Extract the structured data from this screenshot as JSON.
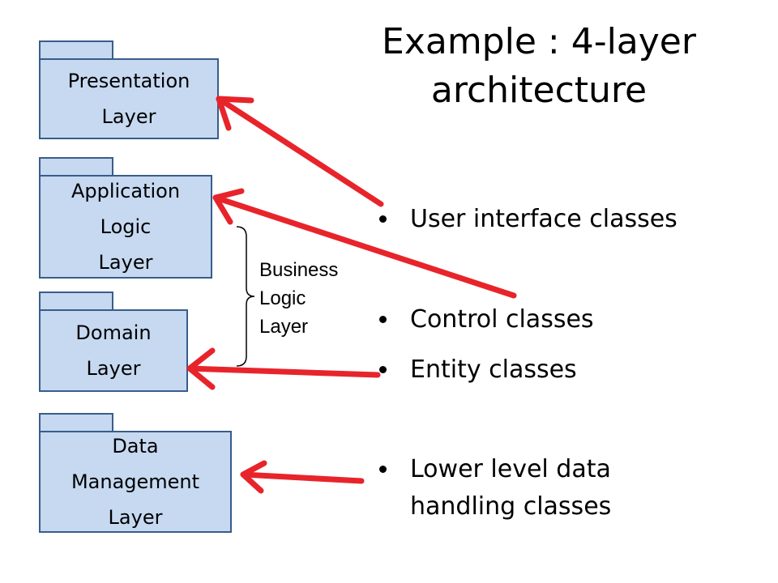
{
  "title": {
    "line1": "Example : 4-layer",
    "line2": "architecture"
  },
  "layers": [
    {
      "id": "presentation",
      "lines": [
        "Presentation",
        "Layer"
      ]
    },
    {
      "id": "application-logic",
      "lines": [
        "Application",
        "Logic",
        "Layer"
      ]
    },
    {
      "id": "domain",
      "lines": [
        "Domain",
        "Layer"
      ]
    },
    {
      "id": "data-management",
      "lines": [
        "Data",
        "Management",
        "Layer"
      ]
    }
  ],
  "business_logic_label": {
    "lines": [
      "Business",
      "Logic",
      "Layer"
    ]
  },
  "bullets": [
    {
      "lines": [
        "User interface classes"
      ]
    },
    {
      "lines": [
        "Control classes"
      ]
    },
    {
      "lines": [
        "Entity classes"
      ]
    },
    {
      "lines": [
        "Lower level data",
        "handling classes"
      ]
    }
  ],
  "colors": {
    "package_fill": "#c6d9f1",
    "package_border": "#385d8a",
    "arrow": "#e8242b",
    "bracket": "#000000"
  }
}
